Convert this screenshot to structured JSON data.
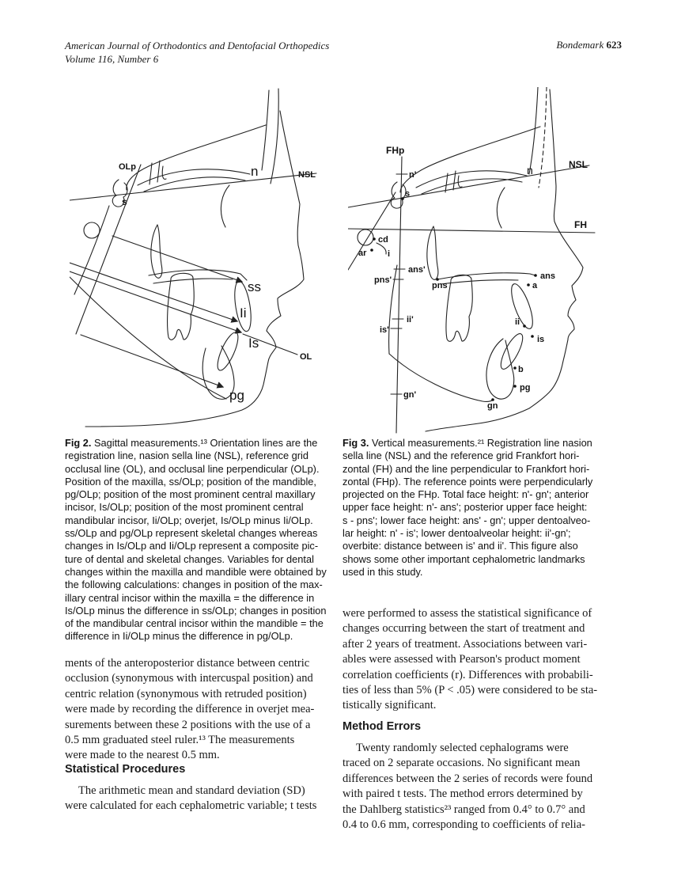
{
  "header": {
    "journal_line1": "American Journal of Orthodontics and Dentofacial Orthopedics",
    "journal_line2": "Volume 116, Number 6",
    "author": "Bondemark",
    "page_number": "623"
  },
  "fig2": {
    "labels": {
      "olp": "OLp",
      "n": "n",
      "nsl": "NSL",
      "s": "s",
      "ss": "ss",
      "ii": "Ii",
      "is": "Is",
      "ol": "OL",
      "pg": "pg"
    },
    "caption_label": "Fig 2.",
    "caption_first_rest": "Sagittal measurements.¹³ Orientation lines are the",
    "caption_lines": [
      "registration line, nasion sella line (NSL), reference grid",
      "occlusal line (OL), and occlusal line perpendicular (OLp).",
      "Position of the maxilla, ss/OLp; position of the mandible,",
      "pg/OLp; position of the most prominent central maxillary",
      "incisor, Is/OLp; position of the most prominent central",
      "mandibular incisor, Ii/OLp; overjet, Is/OLp minus Ii/OLp.",
      "ss/OLp and pg/OLp represent skeletal changes whereas",
      "changes in Is/OLp and Ii/OLp represent a composite pic-",
      "ture of dental and skeletal changes. Variables for dental",
      "changes within the maxilla and mandible were obtained by",
      "the following calculations: changes in position of the max-",
      "illary central incisor within the maxilla = the difference in",
      "Is/OLp minus the difference in ss/OLp; changes in position",
      "of the mandibular central incisor within the mandible = the",
      "difference in Ii/OLp minus the difference in pg/OLp."
    ]
  },
  "fig3": {
    "labels": {
      "fhp": "FHp",
      "n_prime": "n'",
      "nsl": "NSL",
      "n": "n",
      "s": "s",
      "fh": "FH",
      "cd": "cd",
      "ar": "ar",
      "i": "i",
      "ans_prime": "ans'",
      "pns_prime": "pns'",
      "pns": "pns",
      "ans": "ans",
      "a": "a",
      "ii_prime": "ii'",
      "is_prime": "is'",
      "ii": "ii",
      "is": "is",
      "b": "b",
      "pg": "pg",
      "gn_prime": "gn'",
      "gn": "gn"
    },
    "caption_label": "Fig 3.",
    "caption_first_rest": "Vertical measurements.²¹ Registration line nasion",
    "caption_lines": [
      "sella line (NSL) and the reference grid Frankfort hori-",
      "zontal (FH) and the line perpendicular to Frankfort hori-",
      "zontal (FHp). The reference points were perpendicularly",
      "projected on the FHp. Total face height: n'- gn'; anterior",
      "upper face height: n'- ans'; posterior upper face height:",
      "s - pns'; lower face height: ans' - gn'; upper dentoalveo-",
      "lar height: n' - is'; lower dentoalveolar height: ii'-gn';",
      "overbite: distance between is' and ii'. This figure also",
      "shows some other important cephalometric landmarks",
      "used in this study."
    ]
  },
  "left_column": {
    "para1_lines": [
      "ments of the anteroposterior distance between centric",
      "occlusion (synonymous with intercuspal position) and",
      "centric relation (synonymous with retruded position)",
      "were made by recording the difference in overjet mea-",
      "surements between these 2 positions with the use of a",
      "0.5 mm graduated steel ruler.¹³ The measurements",
      "were made to the nearest 0.5 mm."
    ],
    "heading1": "Statistical Procedures",
    "para2_lines": [
      "The arithmetic mean and standard deviation (SD)",
      "were calculated for each cephalometric variable; t tests"
    ]
  },
  "right_column": {
    "para1_lines": [
      "were performed to assess the statistical significance of",
      "changes occurring between the start of treatment and",
      "after 2 years of treatment. Associations between vari-",
      "ables were assessed with Pearson's product moment",
      "correlation coefficients (r). Differences with probabili-",
      "ties of less than 5% (P < .05) were considered to be sta-",
      "tistically significant."
    ],
    "heading1": "Method Errors",
    "para2_lines": [
      "Twenty randomly selected cephalograms were",
      "traced on 2 separate occasions. No significant mean",
      "differences between the 2 series of records were found",
      "with paired t tests. The method errors determined by",
      "the Dahlberg statistics²³ ranged from 0.4° to 0.7° and",
      "0.4 to 0.6 mm, corresponding to coefficients of relia-"
    ]
  }
}
